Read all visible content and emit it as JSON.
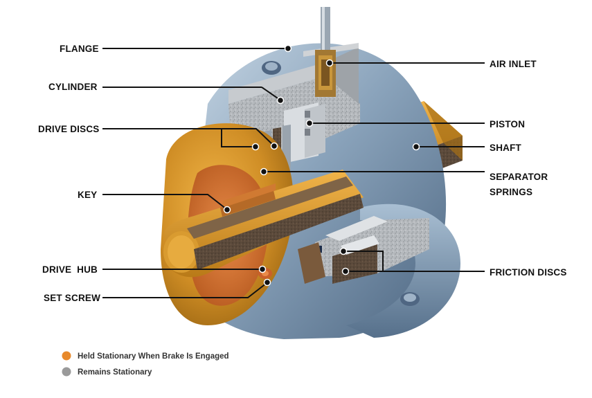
{
  "labels": {
    "flange": "FLANGE",
    "cylinder": "CYLINDER",
    "drive_discs": "DRIVE DISCS",
    "key": "KEY",
    "drive_hub": "DRIVE  HUB",
    "set_screw": "SET SCREW",
    "air_inlet": "AIR INLET",
    "piston": "PISTON",
    "shaft": "SHAFT",
    "separator_springs_line1": "SEPARATOR",
    "separator_springs_line2": "SPRINGS",
    "friction_discs": "FRICTION DISCS"
  },
  "legend": [
    {
      "text": "Held Stationary When Brake Is Engaged",
      "color": "#e8892b"
    },
    {
      "text": "Remains Stationary",
      "color": "#9a9a9a"
    }
  ],
  "colors": {
    "steel": "#7f98b1",
    "steel_dark": "#4c6680",
    "steel_light": "#b9cbdc",
    "bronze": "#c98a22",
    "bronze_light": "#e6a93a",
    "copper": "#c8612e",
    "friction": "#5a4a3a",
    "speckle_gray": "#b8b8b8"
  }
}
